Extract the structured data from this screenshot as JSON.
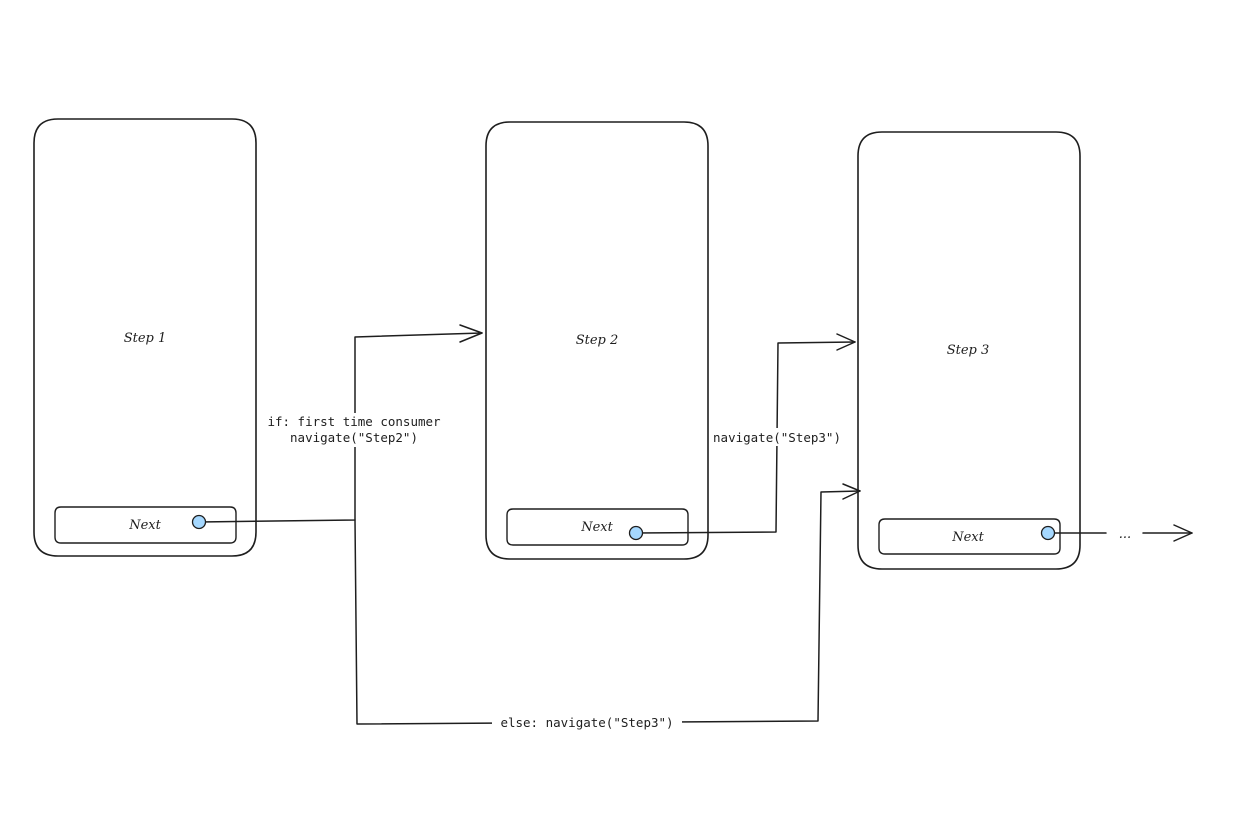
{
  "screens": [
    {
      "title": "Step 1",
      "button": "Next"
    },
    {
      "title": "Step 2",
      "button": "Next"
    },
    {
      "title": "Step 3",
      "button": "Next"
    }
  ],
  "edges": {
    "cond_line1": "if: first time consumer",
    "cond_line2": "navigate(\"Step2\")",
    "step2_to_step3": "navigate(\"Step3\")",
    "else_branch": "else: navigate(\"Step3\")",
    "continuation": "..."
  },
  "colors": {
    "stroke": "#1e1e1e",
    "port_fill": "#a5d8ff",
    "background": "#ffffff"
  }
}
